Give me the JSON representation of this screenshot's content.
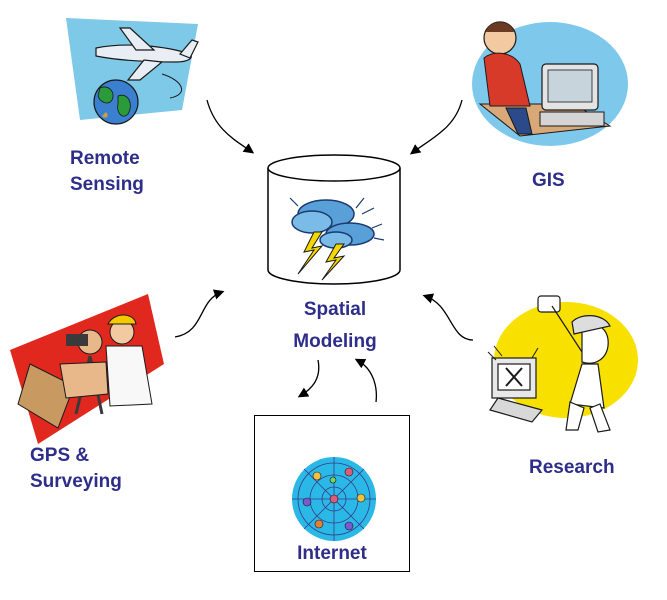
{
  "nodes": {
    "center": {
      "line1": "Spatial",
      "line2": "Modeling",
      "icon": "database-storm-icon"
    },
    "remote_sensing": {
      "line1": "Remote",
      "line2": "Sensing",
      "icon": "airplane-globe-icon"
    },
    "gis": {
      "label": "GIS",
      "icon": "person-computer-icon"
    },
    "gps": {
      "line1": "GPS &",
      "line2": "Surveying",
      "icon": "surveyor-icon"
    },
    "research": {
      "label": "Research",
      "icon": "researcher-icon"
    },
    "internet": {
      "label": "Internet",
      "icon": "web-globe-icon"
    }
  },
  "colors": {
    "label": "#2e2e8a",
    "arrow": "#000000"
  }
}
